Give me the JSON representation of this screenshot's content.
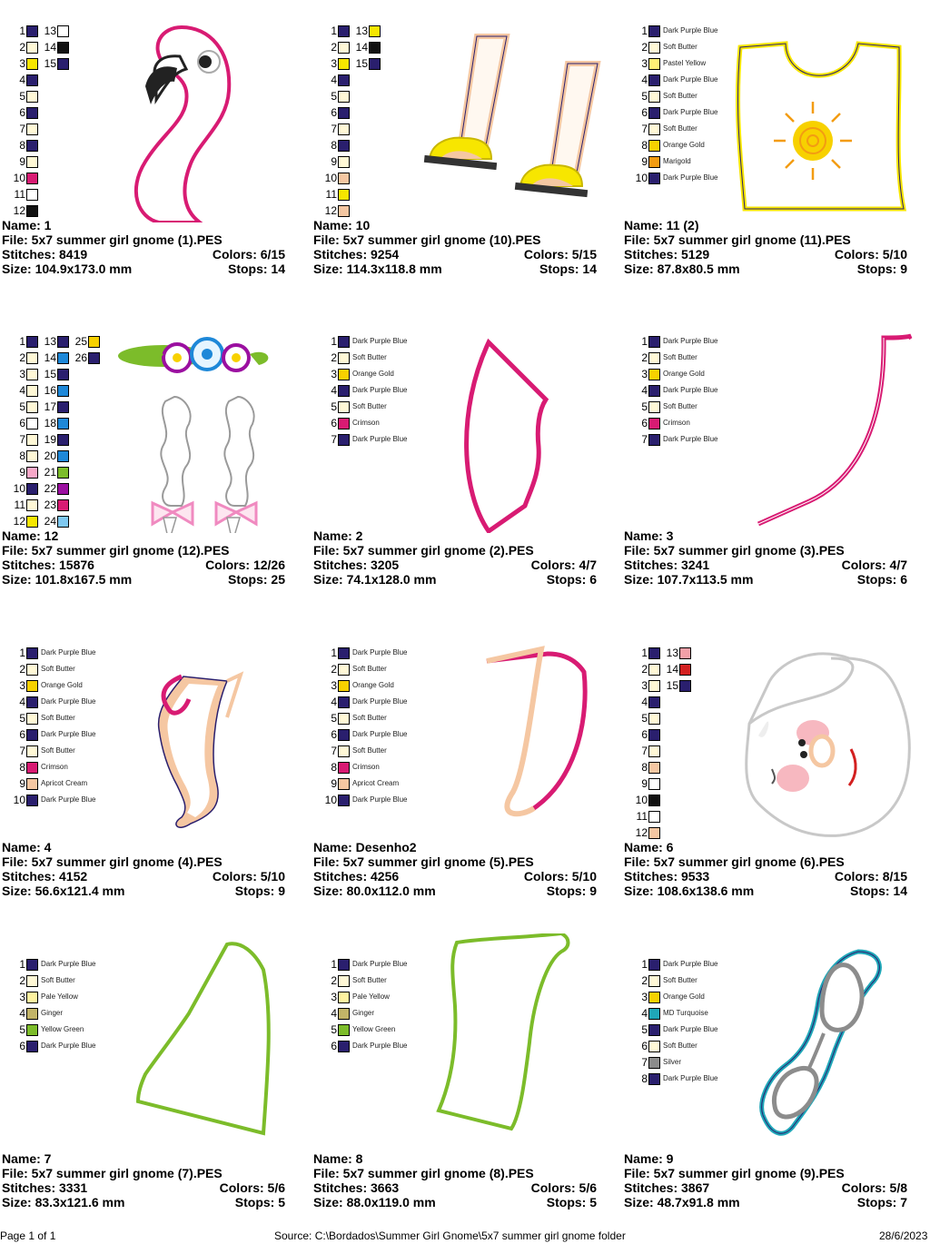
{
  "footer": {
    "page": "Page 1 of 1",
    "source": "Source: C:\\Bordados\\Summer Girl Gnome\\5x7 summer girl gnome folder",
    "date": "28/6/2023"
  },
  "palette": {
    "Dark Purple Blue": "#2a1f6e",
    "Soft Butter": "#fff8d6",
    "Pastel Yellow": "#fff176",
    "Orange Gold": "#f7d100",
    "Marigold": "#f39c12",
    "Crimson": "#d81b73",
    "Apricot Cream": "#f5c7a2",
    "Ginger": "#c2b468",
    "Yellow Green": "#7cbc2a",
    "Pale Yellow": "#fff3a0",
    "MD Turquoise": "#1fa7b8",
    "Silver": "#8c8c8c"
  },
  "designs": [
    {
      "name_label": "Name: 1",
      "file_label": "File: 5x7 summer girl gnome (1).PES",
      "stitches_label": "Stitches: 8419",
      "colors_label": "Colors: 6/15",
      "size_label": "Size: 104.9x173.0 mm",
      "stops_label": "Stops: 14",
      "legend_type": "grid",
      "legend": [
        {
          "n": "1",
          "c": "#2a1f6e"
        },
        {
          "n": "2",
          "c": "#fff8d6"
        },
        {
          "n": "3",
          "c": "#f7e600"
        },
        {
          "n": "4",
          "c": "#2a1f6e"
        },
        {
          "n": "5",
          "c": "#fff8d6"
        },
        {
          "n": "6",
          "c": "#2a1f6e"
        },
        {
          "n": "7",
          "c": "#fff8d6"
        },
        {
          "n": "8",
          "c": "#2a1f6e"
        },
        {
          "n": "9",
          "c": "#fff8d6"
        },
        {
          "n": "10",
          "c": "#d81b73"
        },
        {
          "n": "11",
          "c": "#ffffff"
        },
        {
          "n": "12",
          "c": "#111111"
        },
        {
          "n": "13",
          "c": "#ffffff"
        },
        {
          "n": "14",
          "c": "#111111"
        },
        {
          "n": "15",
          "c": "#2a1f6e"
        }
      ]
    },
    {
      "name_label": "Name: 10",
      "file_label": "File: 5x7 summer girl gnome (10).PES",
      "stitches_label": "Stitches: 9254",
      "colors_label": "Colors: 5/15",
      "size_label": "Size: 114.3x118.8 mm",
      "stops_label": "Stops: 14",
      "legend_type": "grid",
      "legend": [
        {
          "n": "1",
          "c": "#2a1f6e"
        },
        {
          "n": "2",
          "c": "#fff8d6"
        },
        {
          "n": "3",
          "c": "#f7e600"
        },
        {
          "n": "4",
          "c": "#2a1f6e"
        },
        {
          "n": "5",
          "c": "#fff8d6"
        },
        {
          "n": "6",
          "c": "#2a1f6e"
        },
        {
          "n": "7",
          "c": "#fff8d6"
        },
        {
          "n": "8",
          "c": "#2a1f6e"
        },
        {
          "n": "9",
          "c": "#fff8d6"
        },
        {
          "n": "10",
          "c": "#f5c7a2"
        },
        {
          "n": "11",
          "c": "#f7e600"
        },
        {
          "n": "12",
          "c": "#f5c7a2"
        },
        {
          "n": "13",
          "c": "#f7e600"
        },
        {
          "n": "14",
          "c": "#111111"
        },
        {
          "n": "15",
          "c": "#2a1f6e"
        }
      ]
    },
    {
      "name_label": "Name: 11 (2)",
      "file_label": "File: 5x7 summer girl gnome (11).PES",
      "stitches_label": "Stitches: 5129",
      "colors_label": "Colors: 5/10",
      "size_label": "Size: 87.8x80.5 mm",
      "stops_label": "Stops: 9",
      "legend_type": "list",
      "legend": [
        {
          "n": "1",
          "name": "Dark Purple Blue",
          "c": "#2a1f6e"
        },
        {
          "n": "2",
          "name": "Soft Butter",
          "c": "#fff8d6"
        },
        {
          "n": "3",
          "name": "Pastel Yellow",
          "c": "#fff176"
        },
        {
          "n": "4",
          "name": "Dark Purple Blue",
          "c": "#2a1f6e"
        },
        {
          "n": "5",
          "name": "Soft Butter",
          "c": "#fff8d6"
        },
        {
          "n": "6",
          "name": "Dark Purple Blue",
          "c": "#2a1f6e"
        },
        {
          "n": "7",
          "name": "Soft Butter",
          "c": "#fff8d6"
        },
        {
          "n": "8",
          "name": "Orange Gold",
          "c": "#f7d100"
        },
        {
          "n": "9",
          "name": "Marigold",
          "c": "#f39c12"
        },
        {
          "n": "10",
          "name": "Dark Purple Blue",
          "c": "#2a1f6e"
        }
      ]
    },
    {
      "name_label": "Name: 12",
      "file_label": "File: 5x7 summer girl gnome (12).PES",
      "stitches_label": "Stitches: 15876",
      "colors_label": "Colors: 12/26",
      "size_label": "Size: 101.8x167.5 mm",
      "stops_label": "Stops: 25",
      "legend_type": "grid",
      "legend": [
        {
          "n": "1",
          "c": "#2a1f6e"
        },
        {
          "n": "2",
          "c": "#fff8d6"
        },
        {
          "n": "3",
          "c": "#fff8d6"
        },
        {
          "n": "4",
          "c": "#fff8d6"
        },
        {
          "n": "5",
          "c": "#fff8d6"
        },
        {
          "n": "6",
          "c": "#ffffff"
        },
        {
          "n": "7",
          "c": "#fff8d6"
        },
        {
          "n": "8",
          "c": "#fff8d6"
        },
        {
          "n": "9",
          "c": "#f7a8c8"
        },
        {
          "n": "10",
          "c": "#2a1f6e"
        },
        {
          "n": "11",
          "c": "#fff8d6"
        },
        {
          "n": "12",
          "c": "#f7e600"
        },
        {
          "n": "13",
          "c": "#2a1f6e"
        },
        {
          "n": "14",
          "c": "#1e88d8"
        },
        {
          "n": "15",
          "c": "#2a1f6e"
        },
        {
          "n": "16",
          "c": "#1e88d8"
        },
        {
          "n": "17",
          "c": "#2a1f6e"
        },
        {
          "n": "18",
          "c": "#1e88d8"
        },
        {
          "n": "19",
          "c": "#2a1f6e"
        },
        {
          "n": "20",
          "c": "#1e88d8"
        },
        {
          "n": "21",
          "c": "#7cbc2a"
        },
        {
          "n": "22",
          "c": "#9b0fa0"
        },
        {
          "n": "23",
          "c": "#d81b73"
        },
        {
          "n": "24",
          "c": "#7ec8f0"
        },
        {
          "n": "25",
          "c": "#f7d100"
        },
        {
          "n": "26",
          "c": "#2a1f6e"
        }
      ]
    },
    {
      "name_label": "Name: 2",
      "file_label": "File: 5x7 summer girl gnome (2).PES",
      "stitches_label": "Stitches: 3205",
      "colors_label": "Colors: 4/7",
      "size_label": "Size: 74.1x128.0 mm",
      "stops_label": "Stops: 6",
      "legend_type": "list",
      "legend": [
        {
          "n": "1",
          "name": "Dark Purple Blue",
          "c": "#2a1f6e"
        },
        {
          "n": "2",
          "name": "Soft Butter",
          "c": "#fff8d6"
        },
        {
          "n": "3",
          "name": "Orange Gold",
          "c": "#f7d100"
        },
        {
          "n": "4",
          "name": "Dark Purple Blue",
          "c": "#2a1f6e"
        },
        {
          "n": "5",
          "name": "Soft Butter",
          "c": "#fff8d6"
        },
        {
          "n": "6",
          "name": "Crimson",
          "c": "#d81b73"
        },
        {
          "n": "7",
          "name": "Dark Purple Blue",
          "c": "#2a1f6e"
        }
      ]
    },
    {
      "name_label": "Name: 3",
      "file_label": "File: 5x7 summer girl gnome (3).PES",
      "stitches_label": "Stitches: 3241",
      "colors_label": "Colors: 4/7",
      "size_label": "Size: 107.7x113.5 mm",
      "stops_label": "Stops: 6",
      "legend_type": "list",
      "legend": [
        {
          "n": "1",
          "name": "Dark Purple Blue",
          "c": "#2a1f6e"
        },
        {
          "n": "2",
          "name": "Soft Butter",
          "c": "#fff8d6"
        },
        {
          "n": "3",
          "name": "Orange Gold",
          "c": "#f7d100"
        },
        {
          "n": "4",
          "name": "Dark Purple Blue",
          "c": "#2a1f6e"
        },
        {
          "n": "5",
          "name": "Soft Butter",
          "c": "#fff8d6"
        },
        {
          "n": "6",
          "name": "Crimson",
          "c": "#d81b73"
        },
        {
          "n": "7",
          "name": "Dark Purple Blue",
          "c": "#2a1f6e"
        }
      ]
    },
    {
      "name_label": "Name: 4",
      "file_label": "File: 5x7 summer girl gnome (4).PES",
      "stitches_label": "Stitches: 4152",
      "colors_label": "Colors: 5/10",
      "size_label": "Size: 56.6x121.4 mm",
      "stops_label": "Stops: 9",
      "legend_type": "list",
      "legend": [
        {
          "n": "1",
          "name": "Dark Purple Blue",
          "c": "#2a1f6e"
        },
        {
          "n": "2",
          "name": "Soft Butter",
          "c": "#fff8d6"
        },
        {
          "n": "3",
          "name": "Orange Gold",
          "c": "#f7d100"
        },
        {
          "n": "4",
          "name": "Dark Purple Blue",
          "c": "#2a1f6e"
        },
        {
          "n": "5",
          "name": "Soft Butter",
          "c": "#fff8d6"
        },
        {
          "n": "6",
          "name": "Dark Purple Blue",
          "c": "#2a1f6e"
        },
        {
          "n": "7",
          "name": "Soft Butter",
          "c": "#fff8d6"
        },
        {
          "n": "8",
          "name": "Crimson",
          "c": "#d81b73"
        },
        {
          "n": "9",
          "name": "Apricot Cream",
          "c": "#f5c7a2"
        },
        {
          "n": "10",
          "name": "Dark Purple Blue",
          "c": "#2a1f6e"
        }
      ]
    },
    {
      "name_label": "Name: Desenho2",
      "file_label": "File: 5x7 summer girl gnome (5).PES",
      "stitches_label": "Stitches: 4256",
      "colors_label": "Colors: 5/10",
      "size_label": "Size: 80.0x112.0 mm",
      "stops_label": "Stops: 9",
      "legend_type": "list",
      "legend": [
        {
          "n": "1",
          "name": "Dark Purple Blue",
          "c": "#2a1f6e"
        },
        {
          "n": "2",
          "name": "Soft Butter",
          "c": "#fff8d6"
        },
        {
          "n": "3",
          "name": "Orange Gold",
          "c": "#f7d100"
        },
        {
          "n": "4",
          "name": "Dark Purple Blue",
          "c": "#2a1f6e"
        },
        {
          "n": "5",
          "name": "Soft Butter",
          "c": "#fff8d6"
        },
        {
          "n": "6",
          "name": "Dark Purple Blue",
          "c": "#2a1f6e"
        },
        {
          "n": "7",
          "name": "Soft Butter",
          "c": "#fff8d6"
        },
        {
          "n": "8",
          "name": "Crimson",
          "c": "#d81b73"
        },
        {
          "n": "9",
          "name": "Apricot Cream",
          "c": "#f5c7a2"
        },
        {
          "n": "10",
          "name": "Dark Purple Blue",
          "c": "#2a1f6e"
        }
      ]
    },
    {
      "name_label": "Name: 6",
      "file_label": "File: 5x7 summer girl gnome (6).PES",
      "stitches_label": "Stitches: 9533",
      "colors_label": "Colors: 8/15",
      "size_label": "Size: 108.6x138.6 mm",
      "stops_label": "Stops: 14",
      "legend_type": "grid",
      "legend": [
        {
          "n": "1",
          "c": "#2a1f6e"
        },
        {
          "n": "2",
          "c": "#fff8d6"
        },
        {
          "n": "3",
          "c": "#fff8d6"
        },
        {
          "n": "4",
          "c": "#2a1f6e"
        },
        {
          "n": "5",
          "c": "#fff8d6"
        },
        {
          "n": "6",
          "c": "#2a1f6e"
        },
        {
          "n": "7",
          "c": "#fff8d6"
        },
        {
          "n": "8",
          "c": "#f5c7a2"
        },
        {
          "n": "9",
          "c": "#ffffff"
        },
        {
          "n": "10",
          "c": "#111111"
        },
        {
          "n": "11",
          "c": "#ffffff"
        },
        {
          "n": "12",
          "c": "#f5c7a2"
        },
        {
          "n": "13",
          "c": "#f2a0a8"
        },
        {
          "n": "14",
          "c": "#d32020"
        },
        {
          "n": "15",
          "c": "#2a1f6e"
        }
      ]
    },
    {
      "name_label": "Name: 7",
      "file_label": "File: 5x7 summer girl gnome (7).PES",
      "stitches_label": "Stitches: 3331",
      "colors_label": "Colors: 5/6",
      "size_label": "Size: 83.3x121.6 mm",
      "stops_label": "Stops: 5",
      "legend_type": "list",
      "legend": [
        {
          "n": "1",
          "name": "Dark Purple Blue",
          "c": "#2a1f6e"
        },
        {
          "n": "2",
          "name": "Soft Butter",
          "c": "#fff8d6"
        },
        {
          "n": "3",
          "name": "Pale Yellow",
          "c": "#fff3a0"
        },
        {
          "n": "4",
          "name": "Ginger",
          "c": "#c2b468"
        },
        {
          "n": "5",
          "name": "Yellow Green",
          "c": "#7cbc2a"
        },
        {
          "n": "6",
          "name": "Dark Purple Blue",
          "c": "#2a1f6e"
        }
      ]
    },
    {
      "name_label": "Name: 8",
      "file_label": "File: 5x7 summer girl gnome (8).PES",
      "stitches_label": "Stitches: 3663",
      "colors_label": "Colors: 5/6",
      "size_label": "Size: 88.0x119.0 mm",
      "stops_label": "Stops: 5",
      "legend_type": "list",
      "legend": [
        {
          "n": "1",
          "name": "Dark Purple Blue",
          "c": "#2a1f6e"
        },
        {
          "n": "2",
          "name": "Soft Butter",
          "c": "#fff8d6"
        },
        {
          "n": "3",
          "name": "Pale Yellow",
          "c": "#fff3a0"
        },
        {
          "n": "4",
          "name": "Ginger",
          "c": "#c2b468"
        },
        {
          "n": "5",
          "name": "Yellow Green",
          "c": "#7cbc2a"
        },
        {
          "n": "6",
          "name": "Dark Purple Blue",
          "c": "#2a1f6e"
        }
      ]
    },
    {
      "name_label": "Name: 9",
      "file_label": "File: 5x7 summer girl gnome (9).PES",
      "stitches_label": "Stitches: 3867",
      "colors_label": "Colors: 5/8",
      "size_label": "Size: 48.7x91.8 mm",
      "stops_label": "Stops: 7",
      "legend_type": "list",
      "legend": [
        {
          "n": "1",
          "name": "Dark Purple Blue",
          "c": "#2a1f6e"
        },
        {
          "n": "2",
          "name": "Soft Butter",
          "c": "#fff8d6"
        },
        {
          "n": "3",
          "name": "Orange Gold",
          "c": "#f7d100"
        },
        {
          "n": "4",
          "name": "MD Turquoise",
          "c": "#1fa7b8"
        },
        {
          "n": "5",
          "name": "Dark Purple Blue",
          "c": "#2a1f6e"
        },
        {
          "n": "6",
          "name": "Soft Butter",
          "c": "#fff8d6"
        },
        {
          "n": "7",
          "name": "Silver",
          "c": "#8c8c8c"
        },
        {
          "n": "8",
          "name": "Dark Purple Blue",
          "c": "#2a1f6e"
        }
      ]
    }
  ]
}
